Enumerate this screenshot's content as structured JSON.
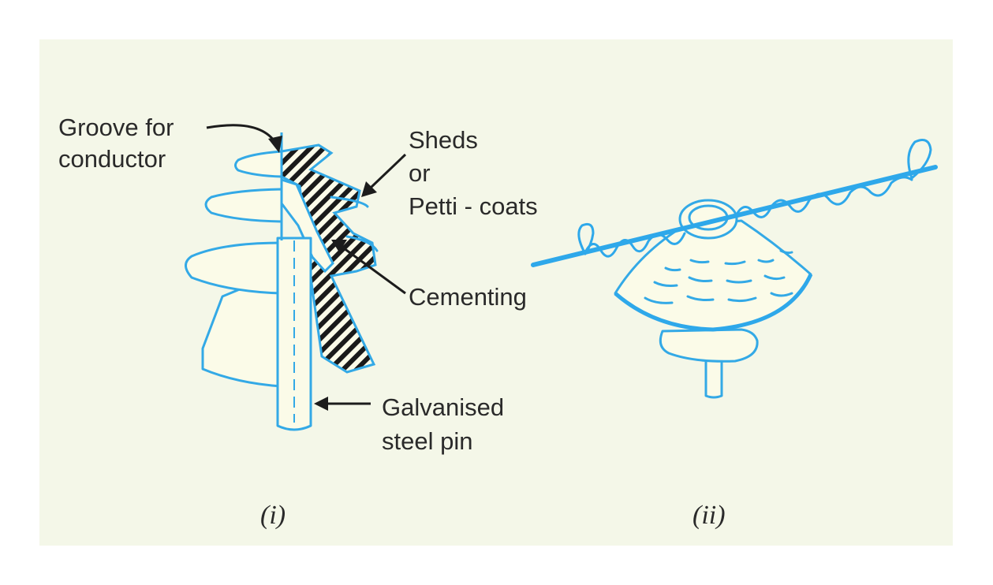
{
  "figure": {
    "labels": {
      "groove_line1": "Groove for",
      "groove_line2": "conductor",
      "sheds_line1": "Sheds",
      "sheds_line2": "or",
      "sheds_line3": "Petti - coats",
      "cementing": "Cementing",
      "pin_line1": "Galvanised",
      "pin_line2": "steel pin"
    },
    "captions": {
      "left": "(i)",
      "right": "(ii)"
    }
  },
  "colors": {
    "background": "#f4f7e8",
    "insulator_outline": "#33a9e6",
    "text": "#2a2a2a"
  }
}
